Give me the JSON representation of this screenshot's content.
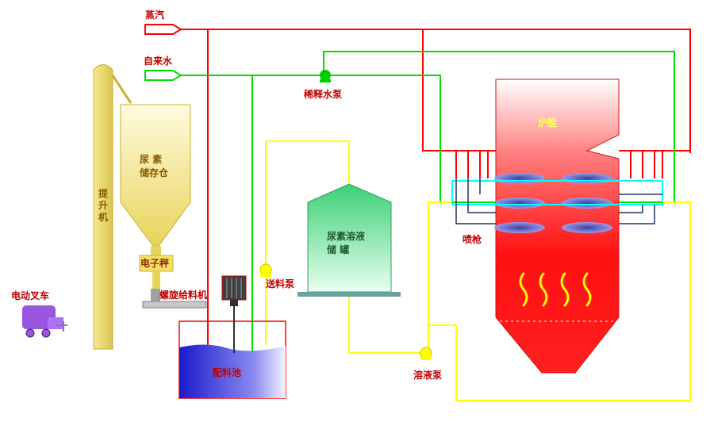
{
  "labels": {
    "steam": "蒸汽",
    "tap_water": "自来水",
    "dilution_pump": "稀释水泵",
    "furnace": "炉膛",
    "urea_bin": "尿 素 储存仓",
    "elevator": "提 升 机",
    "scale": "电子秤",
    "screw_feeder": "螺旋给料机",
    "forklift": "电动叉车",
    "feed_pump": "送料泵",
    "solution_tank": "尿素溶液 储 罐",
    "mix_tank": "配料池",
    "nozzle": "喷枪",
    "solution_pump": "溶液泵"
  },
  "colors": {
    "steam_line": "#ff0000",
    "water_line": "#00dd00",
    "solution_line": "#ffff00",
    "nozzle_frame": "#00ffff",
    "furnace": "#ff2020",
    "urea_bin": "#f2e68a",
    "solution_tank": "#6fe09a",
    "mix_tank": "#2b2bd6",
    "forklift": "#8a3fd0"
  }
}
